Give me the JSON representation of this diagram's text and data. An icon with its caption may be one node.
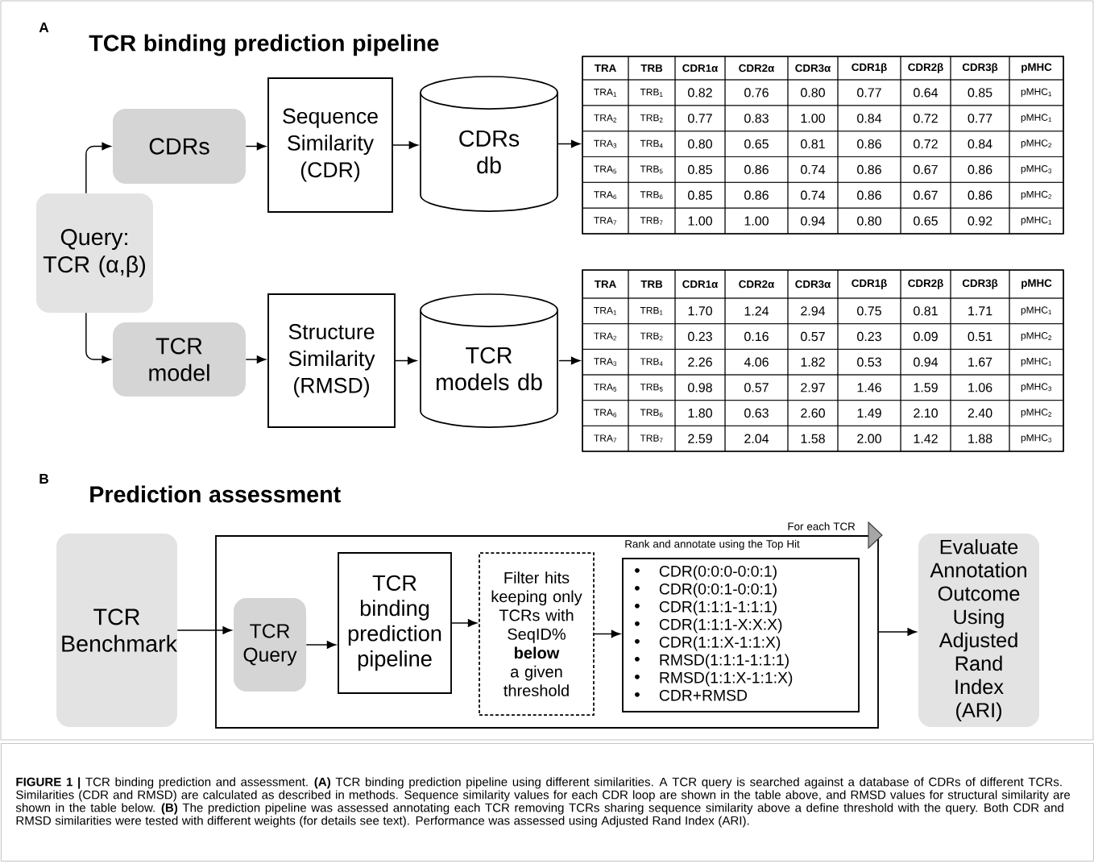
{
  "diagram": {
    "caption": "**FIGURE 1 |** TCR binding prediction and assessment. **(A)** TCR binding prediction pipeline using different similarities. A TCR query is searched against a database of CDRs of different TCRs. Similarities (CDR and RMSD) are calculated as described in methods. Sequence similarity values for each CDR loop are shown in the table above, and RMSD values for structural similarity are shown in the table below. **(B)** The prediction pipeline was assessed annotating each TCR removing TCRs sharing sequence similarity above a define threshold with the query. Both CDR and RMSD similarities were tested with different weights (for details see text). Performance was assessed using Adjusted Rand Index (ARI).",
    "nodes": [
      {
        "text": [
          "CDRs"
        ]
      },
      {
        "text": [
          "Query: TCR (α,β)"
        ]
      },
      {
        "text": [
          "TCR model"
        ]
      },
      {
        "text": [
          "Sequence Similarity (CDR)"
        ]
      },
      {
        "text": [
          "Structure Similarity (RMSD)"
        ]
      },
      {
        "text": [
          "CDRs db"
        ]
      },
      {
        "text": [
          "TCR models db"
        ]
      },
      {
        "text": [],
        "shape": "table"
      },
      {
        "text": [],
        "shape": "table"
      },
      {
        "text": [
          "TCR Benchmark"
        ]
      },
      {
        "text": [
          "For each TCR"
        ]
      },
      {
        "text": [
          "TCR Query"
        ],
        "in": 10
      },
      {
        "text": [
          "TCR binding prediction pipeline"
        ],
        "in": 10
      },
      {
        "text": [
          "Filter hits keeping only TCRs with SeqID% **below** a given threshold"
        ],
        "in": 10
      },
      {
        "text": [
          "Rank and annotate using the Top Hit",
          "CDR(0:0:0-0:0:1)",
          "CDR(0:0:1-0:0:1)",
          "CDR(1:1:1-1:1:1)",
          "CDR(1:1:1-X:X:X)",
          "CDR(1:1:X-1:1:X)",
          "RMSD(1:1:1-1:1:1)",
          "RMSD(1:1:X-1:1:X)",
          "CDR+RMSD"
        ],
        "in": 10
      },
      {
        "text": [
          "Evaluate Annotation Outcome Using Adjusted Rand Index (ARI)"
        ]
      }
    ],
    "edges": [
      {
        "from": 1,
        "to": 0,
        "arrow": "to"
      },
      {
        "from": 1,
        "to": 2,
        "arrow": "to"
      },
      {
        "from": 0,
        "to": 3,
        "arrow": "to"
      },
      {
        "from": 3,
        "to": 5,
        "arrow": "to"
      },
      {
        "from": 5,
        "to": 7,
        "arrow": "to"
      },
      {
        "from": 2,
        "to": 4,
        "arrow": "to"
      },
      {
        "from": 4,
        "to": 6,
        "arrow": "to"
      },
      {
        "from": 6,
        "to": 8,
        "arrow": "to"
      },
      {
        "from": 9,
        "to": 11,
        "arrow": "to"
      },
      {
        "from": 11,
        "to": 12,
        "arrow": "to"
      },
      {
        "from": 12,
        "to": 13,
        "arrow": "to"
      },
      {
        "from": 13,
        "to": 14,
        "arrow": "to"
      },
      {
        "from": 10,
        "to": 15,
        "arrow": "to"
      }
    ],
    "labels": [
      "A",
      "TCR binding prediction pipeline",
      "TRA",
      "TRB",
      "CDR1α",
      "CDR2α",
      "CDR3α",
      "CDR1β",
      "CDR2β",
      "CDR3β",
      "pMHC",
      "TRA$_{1}$",
      "TRB$_{1}$",
      "0.82",
      "0.76",
      "0.80",
      "0.77",
      "0.64",
      "0.85",
      "pMHC$_{1}$",
      "TRA$_{2}$",
      "TRB$_{2}$",
      "0.77",
      "0.83",
      "1.00",
      "0.84",
      "0.72",
      "0.77",
      "pMHC$_{1}$",
      "TRA$_{3}$",
      "TRB$_{4}$",
      "0.80",
      "0.65",
      "0.81",
      "0.86",
      "0.72",
      "0.84",
      "pMHC$_{2}$",
      "TRA$_{5}$",
      "TRB$_{5}$",
      "0.85",
      "0.86",
      "0.74",
      "0.86",
      "0.67",
      "0.86",
      "pMHC$_{3}$",
      "TRA$_{6}$",
      "TRB$_{6}$",
      "0.85",
      "0.86",
      "0.74",
      "0.86",
      "0.67",
      "0.86",
      "pMHC$_{2}$",
      "TRA$_{7}$",
      "TRB$_{7}$",
      "1.00",
      "1.00",
      "0.94",
      "0.80",
      "0.65",
      "0.92",
      "pMHC$_{1}$",
      "TRA",
      "TRB",
      "CDR1α",
      "CDR2α",
      "CDR3α",
      "CDR1β",
      "CDR2β",
      "CDR3β",
      "pMHC",
      "TRA$_{1}$",
      "TRB$_{1}$",
      "1.70",
      "1.24",
      "2.94",
      "0.75",
      "0.81",
      "1.71",
      "pMHC$_{1}$",
      "TRA$_{2}$",
      "TRB$_{2}$",
      "0.23",
      "0.16",
      "0.57",
      "0.23",
      "0.09",
      "0.51",
      "pMHC$_{2}$",
      "TRA$_{3}$",
      "TRB$_{4}$",
      "2.26",
      "4.06",
      "1.82",
      "0.53",
      "0.94",
      "1.67",
      "pMHC$_{1}$",
      "TRA$_{5}$",
      "TRB$_{5}$",
      "0.98",
      "0.57",
      "2.97",
      "1.46",
      "1.59",
      "1.06",
      "pMHC$_{3}$",
      "TRA$_{6}$",
      "TRB$_{6}$",
      "1.80",
      "0.63",
      "2.60",
      "1.49",
      "2.10",
      "2.40",
      "pMHC$_{2}$",
      "TRA$_{7}$",
      "TRB$_{7}$",
      "2.59",
      "2.04",
      "1.58",
      "2.00",
      "1.42",
      "1.88",
      "pMHC$_{3}$",
      "B",
      "Prediction assessment"
    ]
  }
}
